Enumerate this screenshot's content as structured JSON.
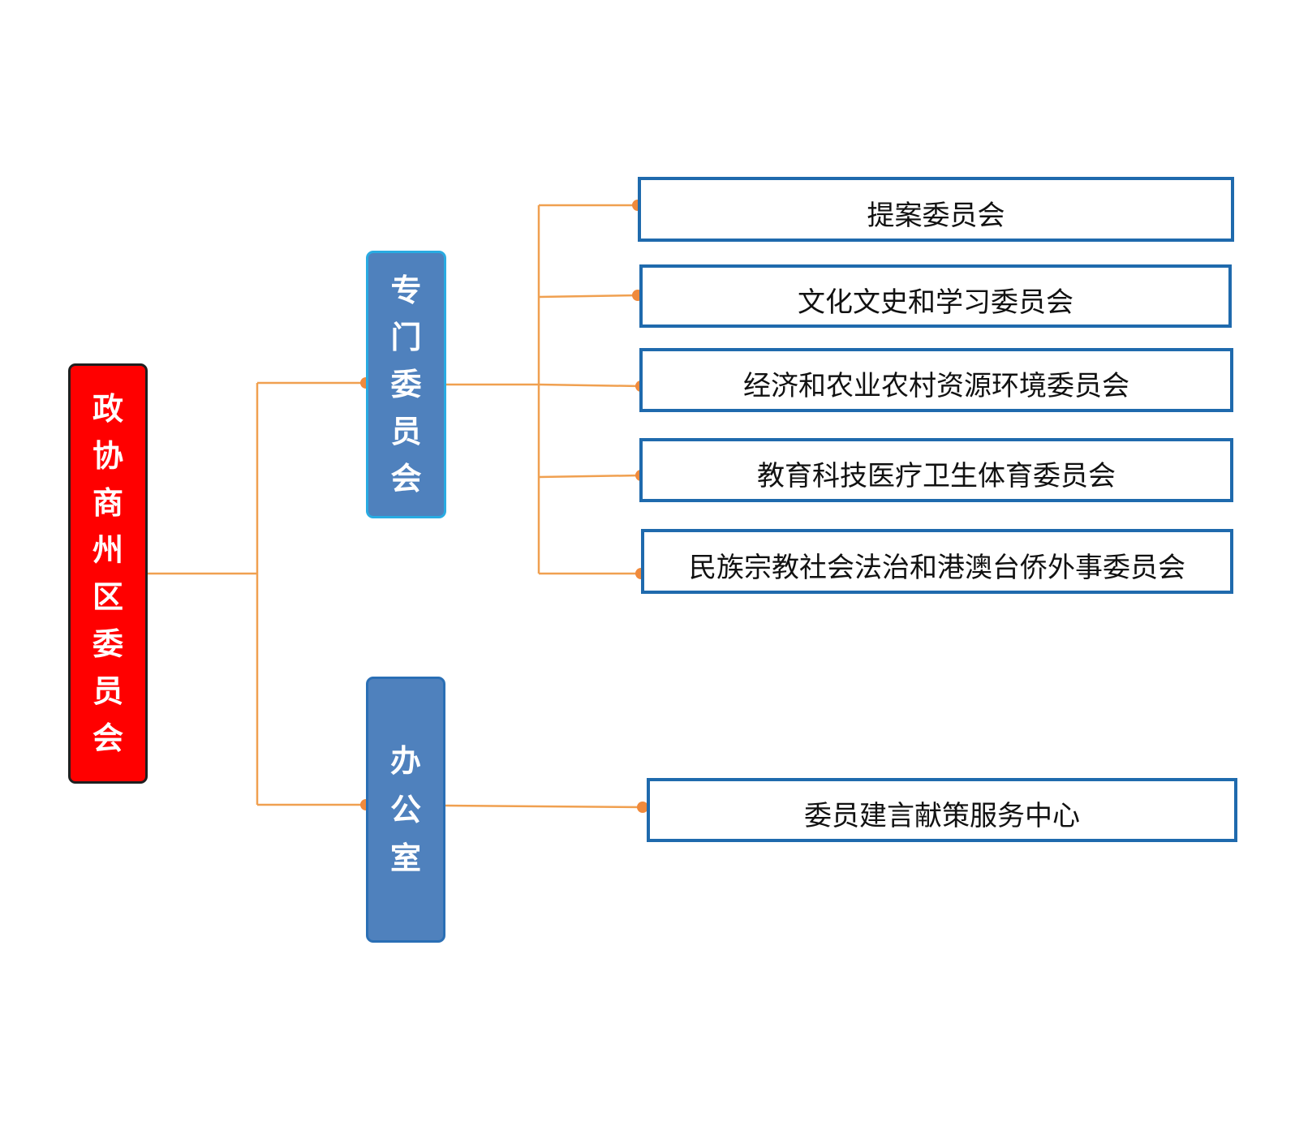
{
  "root": {
    "label": "政协商州区委员会",
    "color": "#ff0000"
  },
  "branches": [
    {
      "label": "专门委员会",
      "color": "#4f81bd",
      "children": [
        "提案委员会",
        "文化文史和学习委员会",
        "经济和农业农村资源环境委员会",
        "教育科技医疗卫生体育委员会",
        "民族宗教社会法治和港澳台侨外事委员会"
      ]
    },
    {
      "label": "办公室",
      "color": "#4f81bd",
      "children": [
        "委员建言献策服务中心"
      ]
    }
  ],
  "colors": {
    "connector": "#f0a050",
    "connector_dot": "#f08a3c",
    "leaf_border": "#1f6aad"
  }
}
